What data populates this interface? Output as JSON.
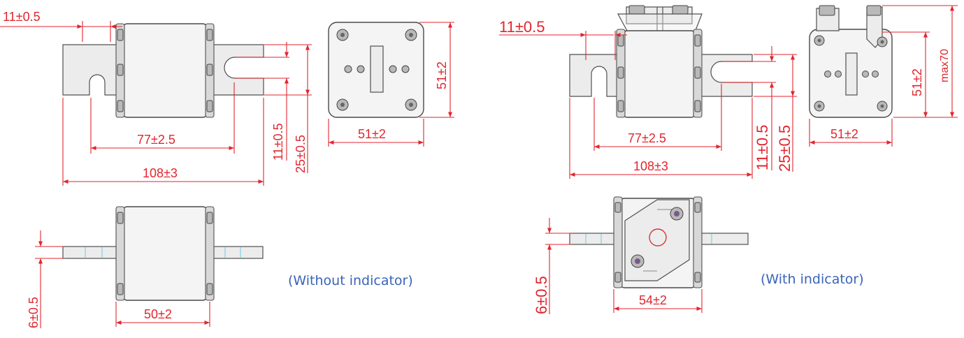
{
  "captions": {
    "left": "(Without indicator)",
    "right": "(With indicator)"
  },
  "left": {
    "d_top_11": "11±0.5",
    "d_77": "77±2.5",
    "d_108": "108±3",
    "d_slot_11": "11±0.5",
    "d_25": "25±0.5",
    "d_end_51h": "51±2",
    "d_end_51w": "51±2",
    "d_thick": "6±0.5",
    "d_side_50": "50±2"
  },
  "right": {
    "d_top_11": "11±0.5",
    "d_77": "77±2.5",
    "d_108": "108±3",
    "d_slot_11": "11±0.5",
    "d_25": "25±0.5",
    "d_end_51h": "51±2",
    "d_max70": "max70",
    "d_end_51w": "51±2",
    "d_thick": "6±0.5",
    "d_side_54": "54±2"
  },
  "colors": {
    "dimension": "#e0262f",
    "caption": "#3a64b8",
    "outline": "#4a4a4a"
  }
}
